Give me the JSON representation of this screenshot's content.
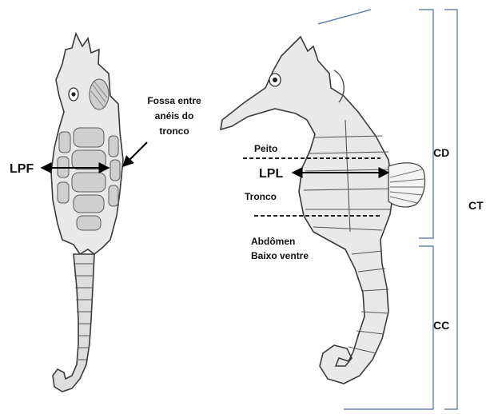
{
  "labels": {
    "fossa": [
      "Fossa entre",
      "anéis do",
      "tronco"
    ],
    "lpf": "LPF",
    "lpl": "LPL",
    "peito": "Peito",
    "tronco": "Tronco",
    "abdomen": [
      "Abdômen",
      "Baixo ventre"
    ],
    "cd": "CD",
    "ct": "CT",
    "cc": "CC"
  },
  "colors": {
    "bracket": "#4a6fa5",
    "body": "#e9e9e9",
    "outline": "#3a3a3a"
  }
}
